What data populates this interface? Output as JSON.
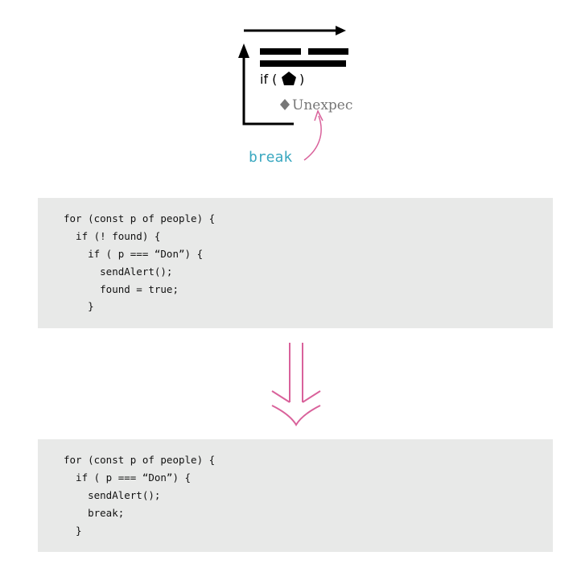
{
  "diagram": {
    "if_label": "if (",
    "if_close": ")",
    "unexpected_label": "Unexpec",
    "break_label": "break",
    "colors": {
      "ink": "#000000",
      "gray": "#777777",
      "pink": "#d9629b",
      "teal": "#3aa8c0",
      "code_bg": "#e8e9e8"
    },
    "icons": [
      "pentagon-icon",
      "diamond-icon"
    ]
  },
  "code_before": {
    "lines": [
      "for (const p of people) {",
      "  if (! found) {",
      "    if ( p === “Don”) {",
      "      sendAlert();",
      "      found = true;",
      "    }"
    ]
  },
  "code_after": {
    "lines": [
      "for (const p of people) {",
      "  if ( p === “Don”) {",
      "    sendAlert();",
      "    break;",
      "  }"
    ]
  }
}
